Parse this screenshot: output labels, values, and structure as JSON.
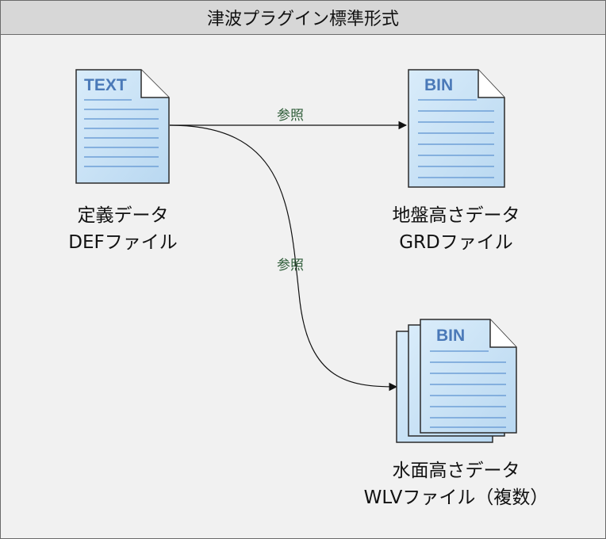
{
  "title": "津波プラグイン標準形式",
  "colors": {
    "doc_fill": "#c9e2f5",
    "doc_stroke": "#2b2b2b",
    "doc_label": "#4a79b8",
    "lines": "#6e9fd6",
    "edge_label": "#2f5d39"
  },
  "files": {
    "def": {
      "badge": "TEXT",
      "name": "定義データ",
      "filename": "DEFファイル"
    },
    "grd": {
      "badge": "BIN",
      "name": "地盤高さデータ",
      "filename": "GRDファイル"
    },
    "wlv": {
      "badge": "BIN",
      "name": "水面高さデータ",
      "filename": "WLVファイル（複数）"
    }
  },
  "edges": {
    "def_to_grd": "参照",
    "def_to_wlv": "参照"
  }
}
